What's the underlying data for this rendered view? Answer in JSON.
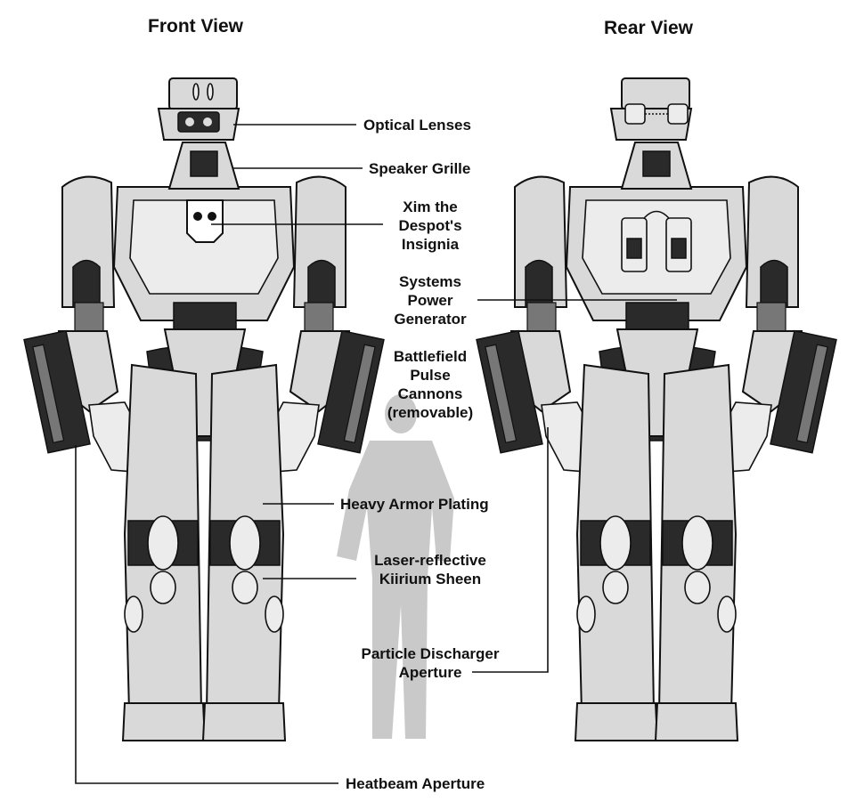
{
  "titles": {
    "front": "Front View",
    "rear": "Rear View"
  },
  "callouts": {
    "optical_lenses": "Optical Lenses",
    "speaker_grille": "Speaker Grille",
    "insignia": [
      "Xim the",
      "Despot's",
      "Insignia"
    ],
    "power_generator": [
      "Systems",
      "Power",
      "Generator"
    ],
    "pulse_cannons": [
      "Battlefield",
      "Pulse",
      "Cannons",
      "(removable)"
    ],
    "armor_plating": "Heavy Armor Plating",
    "kiirium_sheen": [
      "Laser-reflective",
      "Kiirium Sheen"
    ],
    "particle_discharger": [
      "Particle Discharger",
      "Aperture"
    ],
    "heatbeam": "Heatbeam Aperture"
  },
  "colors": {
    "armor": "#d9d9d9",
    "dark": "#2a2a2a",
    "silhouette": "#c9c9c9"
  }
}
